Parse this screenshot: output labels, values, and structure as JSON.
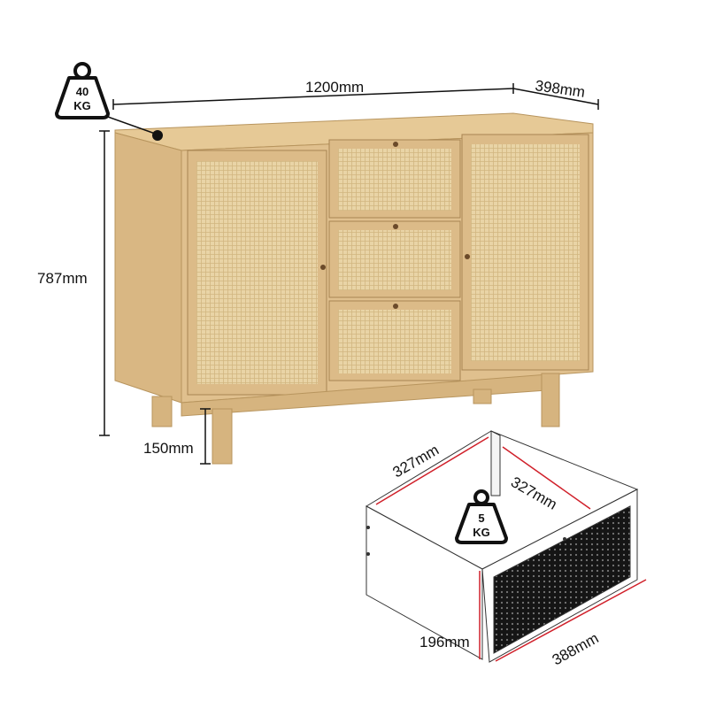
{
  "weights": {
    "cabinet": {
      "value": "40",
      "unit": "KG"
    },
    "drawer": {
      "value": "5",
      "unit": "KG"
    }
  },
  "dimensions": {
    "width": "1200mm",
    "depth": "398mm",
    "height": "787mm",
    "leg_height": "150mm",
    "drawer_depth_left": "327mm",
    "drawer_depth_right": "327mm",
    "drawer_height": "196mm",
    "drawer_width": "388mm"
  },
  "colors": {
    "wood": "#e0c08e",
    "rattan": "#e8d2a4",
    "dimension_line_red": "#d0202a",
    "drawer_mesh": "#1a1a1a"
  }
}
